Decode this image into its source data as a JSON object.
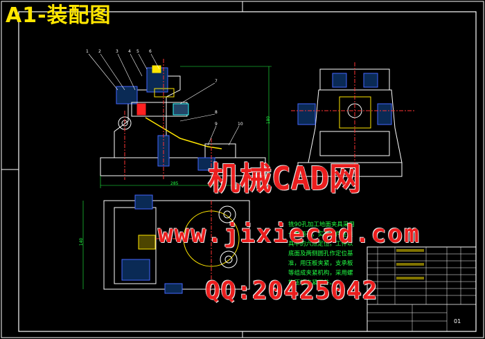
{
  "title": "A1-装配图",
  "watermarks": {
    "line1": "机械CAD网",
    "line2": "www.jixiecad.com",
    "line3": "QQ:20425042"
  },
  "note_text": "铣90孔加工地面夹具采用一面两孔，实现工件在夹具中的六点定位。工件以底面及两侧圆孔作定位基准，用压板夹紧，支承板等组成夹紧机构，采用螺旋压板夹紧工件。",
  "labels": {
    "dim_horizontal": "285",
    "dim_vertical_right": "180",
    "dim_vertical_left": "140",
    "callouts": [
      "1",
      "2",
      "3",
      "4",
      "5",
      "6",
      "7",
      "8",
      "9",
      "10"
    ],
    "title_block_id": "01"
  },
  "colors": {
    "background": "#000000",
    "frame": "#ffffff",
    "outline": "#ffffff",
    "center": "#ff3333",
    "hatch": "#4466ff",
    "green": "#22ff44",
    "yellow": "#ffe600",
    "cyan": "#33ffff",
    "watermark": "#ff2020"
  }
}
